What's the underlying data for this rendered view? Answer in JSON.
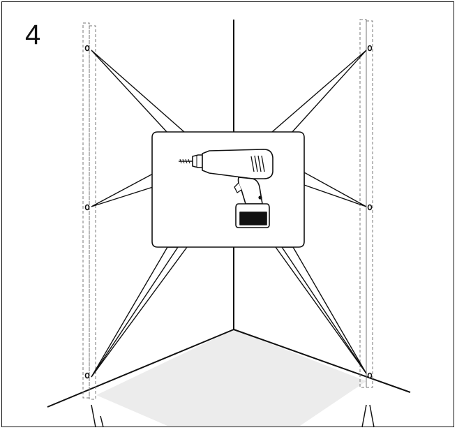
{
  "step": {
    "number": "4"
  },
  "illustration": {
    "subject": "drill-wall-anchor-holes",
    "tool_icon": "cordless-drill-icon",
    "hole_count": 6,
    "floor_color": "#ececec",
    "guide_color": "#777777",
    "line_color": "#111111"
  }
}
